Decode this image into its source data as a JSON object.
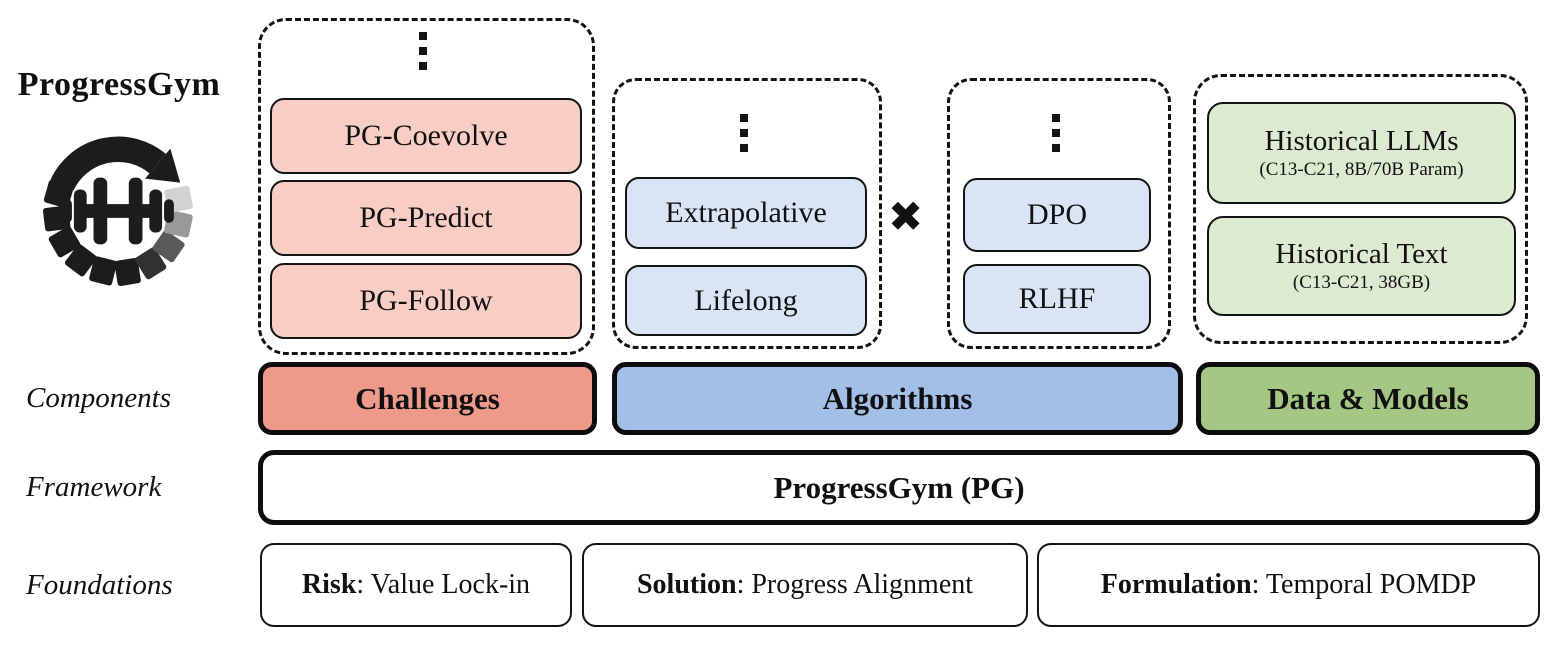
{
  "brand": {
    "title": "ProgressGym"
  },
  "row_labels": {
    "components": "Components",
    "framework": "Framework",
    "foundations": "Foundations"
  },
  "icons": {
    "vertical_ellipsis": "⋮",
    "cross_product": "✖",
    "logo": "progressgym-circular-arrow-dumbbell"
  },
  "clusters": {
    "challenges": {
      "items": [
        {
          "label": "PG-Coevolve"
        },
        {
          "label": "PG-Predict"
        },
        {
          "label": "PG-Follow"
        }
      ]
    },
    "algorithm_paradigms": {
      "items": [
        {
          "label": "Extrapolative"
        },
        {
          "label": "Lifelong"
        }
      ]
    },
    "algorithm_bases": {
      "items": [
        {
          "label": "DPO"
        },
        {
          "label": "RLHF"
        }
      ]
    },
    "data_and_models": {
      "items": [
        {
          "title": "Historical LLMs",
          "subtitle": "(C13-C21, 8B/70B Param)"
        },
        {
          "title": "Historical Text",
          "subtitle": "(C13-C21, 38GB)"
        }
      ]
    }
  },
  "components_row": {
    "challenges": "Challenges",
    "algorithms": "Algorithms",
    "data_models": "Data & Models"
  },
  "framework_row": {
    "label": "ProgressGym (PG)"
  },
  "foundations_row": {
    "items": [
      {
        "term": "Risk",
        "rest": ": Value Lock-in"
      },
      {
        "term": "Solution",
        "rest": ": Progress Alignment"
      },
      {
        "term": "Formulation",
        "rest": ": Temporal POMDP"
      }
    ]
  },
  "colors": {
    "challenge_light": "#F8CDC4",
    "challenge_strong": "#EE9A8B",
    "algorithm_light": "#D9E5F6",
    "algorithm_strong": "#A2BFE8",
    "data_light": "#DCEBCF",
    "data_strong": "#A4C783",
    "ink": "#141414"
  }
}
